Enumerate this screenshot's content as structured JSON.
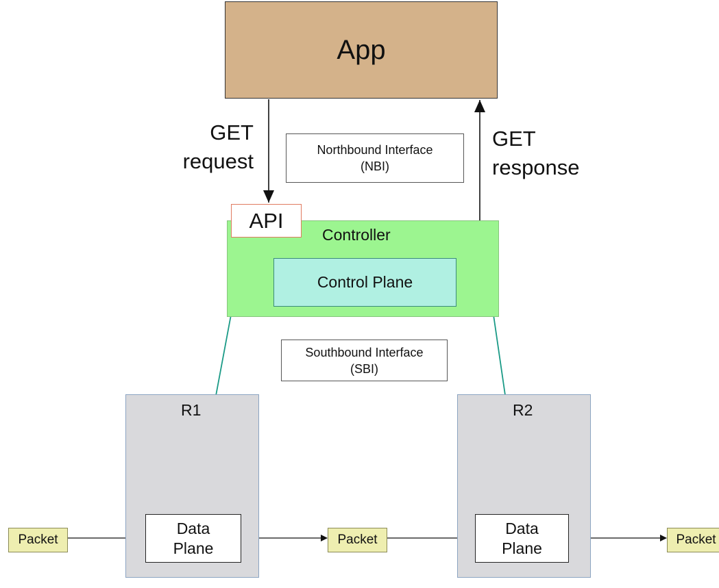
{
  "nodes": {
    "app": "App",
    "api": "API",
    "controller": "Controller",
    "control_plane": "Control Plane",
    "nbi": "Northbound Interface\n(NBI)",
    "sbi": "Southbound Interface\n(SBI)",
    "r1": "R1",
    "r2": "R2",
    "data_plane": "Data\nPlane",
    "packet": "Packet"
  },
  "labels": {
    "get_request": "GET\nrequest",
    "get_response": "GET\nresponse"
  },
  "colors": {
    "app": "#d4b28a",
    "controller": "#9cf590",
    "control_plane": "#b0f0e2",
    "router": "#d9d9dc",
    "packet": "#eeeeb0",
    "sbi_link": "#1a9a86"
  }
}
